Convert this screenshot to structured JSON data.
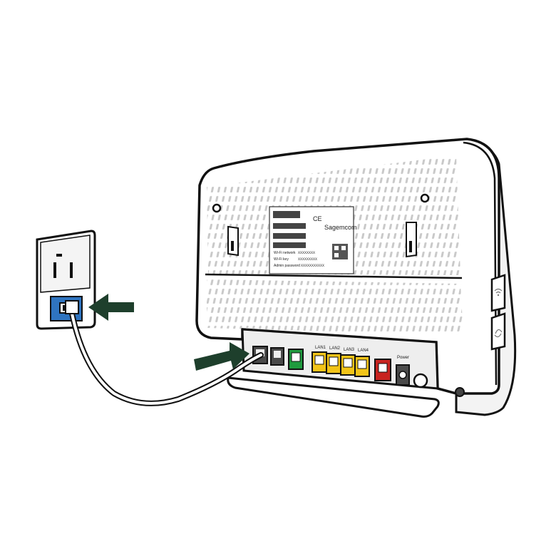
{
  "label_sticker": {
    "brand": "Sagemcom",
    "ce_mark": "CE",
    "wifi_network_caption": "Wi-Fi network",
    "wifi_network_value": "XXXXXXXX",
    "wifi_key_caption": "Wi-Fi key",
    "wifi_key_value": "XXXXXXXXX",
    "admin_password_caption": "Admin password",
    "admin_password_value": "XXXXXXXXXXX"
  },
  "ports": {
    "lan_labels": [
      "LAN1",
      "LAN2",
      "LAN3",
      "LAN4"
    ],
    "power_label": "Power"
  },
  "colors": {
    "outline": "#111111",
    "arrow": "#1e3f2c",
    "wall_port": "#2f74c0",
    "port_green": "#1f9b3e",
    "port_yellow": "#f2c418",
    "port_red": "#c8231f",
    "port_grey": "#4a4a4a"
  },
  "icons": [
    "wifi-icon",
    "wps-icon",
    "outlet-icon"
  ]
}
